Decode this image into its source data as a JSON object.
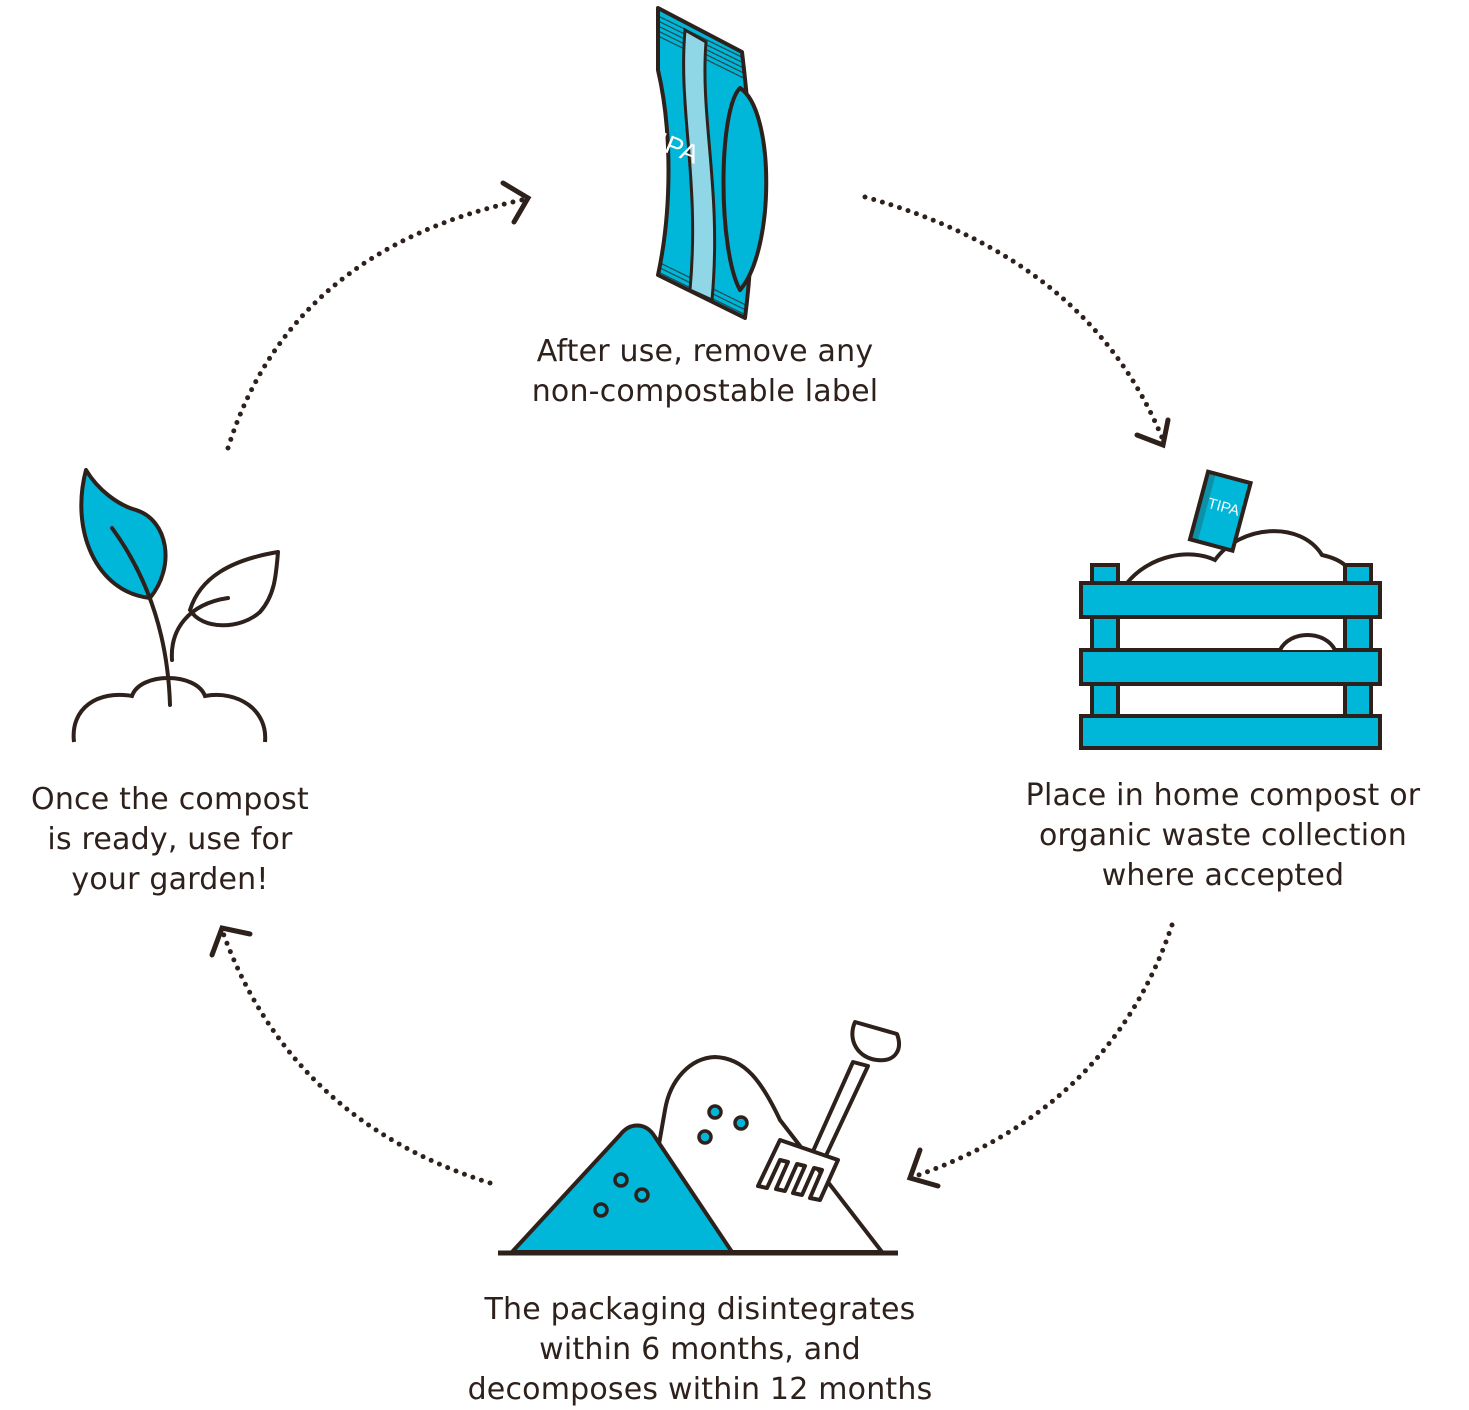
{
  "colors": {
    "accent": "#00b7d9",
    "ink": "#2e211c",
    "light_accent": "#8fd6e6",
    "background": "#ffffff"
  },
  "brand": {
    "mark": "TIPA"
  },
  "steps": [
    {
      "id": "remove-label",
      "icon": "package-pouch-icon",
      "lines": [
        "After use, remove any",
        "non-compostable label"
      ]
    },
    {
      "id": "place-in-compost",
      "icon": "compost-crate-icon",
      "lines": [
        "Place in home compost or",
        "organic waste collection",
        "where accepted"
      ]
    },
    {
      "id": "disintegrates",
      "icon": "compost-pile-pitchfork-icon",
      "lines": [
        "The packaging disintegrates",
        "within 6 months, and",
        "decomposes within 12 months"
      ]
    },
    {
      "id": "use-for-garden",
      "icon": "sprout-plant-icon",
      "lines": [
        "Once the compost",
        "is ready, use for",
        "your garden!"
      ]
    }
  ],
  "arrows": [
    "arrow-top-to-right",
    "arrow-right-to-bottom",
    "arrow-bottom-to-left",
    "arrow-left-to-top"
  ]
}
